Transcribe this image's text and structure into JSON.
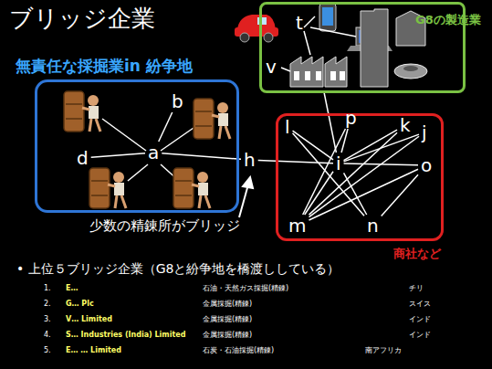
{
  "diagram": {
    "title": "ブリッジ企業",
    "nodes": [
      {
        "text": [
          "無責任な採掘業in 紛争地"
        ]
      },
      {
        "text": [
          "b"
        ],
        "in": 0
      },
      {
        "text": [
          "d"
        ],
        "in": 0
      },
      {
        "text": [
          "a"
        ],
        "in": 0
      },
      {
        "text": [
          "G8の製造業"
        ]
      },
      {
        "text": [
          "t"
        ],
        "in": 4
      },
      {
        "text": [
          "v"
        ],
        "in": 4
      },
      {
        "text": [
          "h"
        ]
      },
      {
        "text": [
          "商社など"
        ]
      },
      {
        "text": [
          "l"
        ],
        "in": 8
      },
      {
        "text": [
          "p"
        ],
        "in": 8
      },
      {
        "text": [
          "k"
        ],
        "in": 8
      },
      {
        "text": [
          "j"
        ],
        "in": 8
      },
      {
        "text": [
          "i"
        ],
        "in": 8
      },
      {
        "text": [
          "o"
        ],
        "in": 8
      },
      {
        "text": [
          "m"
        ],
        "in": 8
      },
      {
        "text": [
          "n"
        ],
        "in": 8
      }
    ],
    "edges": [
      {
        "from": 3,
        "to": 1,
        "arrow": "none"
      },
      {
        "from": 3,
        "to": 2,
        "arrow": "none"
      },
      {
        "from": 3,
        "to": 7,
        "arrow": "none"
      },
      {
        "from": 7,
        "to": 13,
        "arrow": "none"
      },
      {
        "from": 13,
        "to": 4,
        "arrow": "none"
      },
      {
        "from": 13,
        "to": 9,
        "arrow": "none"
      },
      {
        "from": 13,
        "to": 10,
        "arrow": "none"
      },
      {
        "from": 13,
        "to": 11,
        "arrow": "none"
      },
      {
        "from": 13,
        "to": 12,
        "arrow": "none"
      },
      {
        "from": 13,
        "to": 14,
        "arrow": "none"
      },
      {
        "from": 13,
        "to": 15,
        "arrow": "none"
      },
      {
        "from": 13,
        "to": 16,
        "arrow": "none"
      },
      {
        "from": 9,
        "to": 16,
        "arrow": "none"
      },
      {
        "from": 10,
        "to": 15,
        "arrow": "none"
      },
      {
        "from": 11,
        "to": 15,
        "arrow": "none"
      },
      {
        "from": 12,
        "to": 15,
        "arrow": "none"
      },
      {
        "from": 14,
        "to": 15,
        "arrow": "none"
      },
      {
        "from": 14,
        "to": 16,
        "arrow": "none"
      }
    ],
    "labels": [
      "少数の精錬所がブリッジ",
      "• 上位５ブリッジ企業（G8と紛争地を橋渡ししている）",
      "1.",
      "E…",
      "石油・天然ガス採掘(精錬)",
      "チリ",
      "2.",
      "G… Plc",
      "金属採掘(精錬)",
      "スイス",
      "3.",
      "V… Limited",
      "金属採掘(精錬)",
      "インド",
      "4.",
      "S… Industries (India) Limited",
      "金属採掘(精錬)",
      "インド",
      "5.",
      "E… … Limited",
      "石炭・石油採掘(精錬)",
      "南アフリカ"
    ]
  }
}
